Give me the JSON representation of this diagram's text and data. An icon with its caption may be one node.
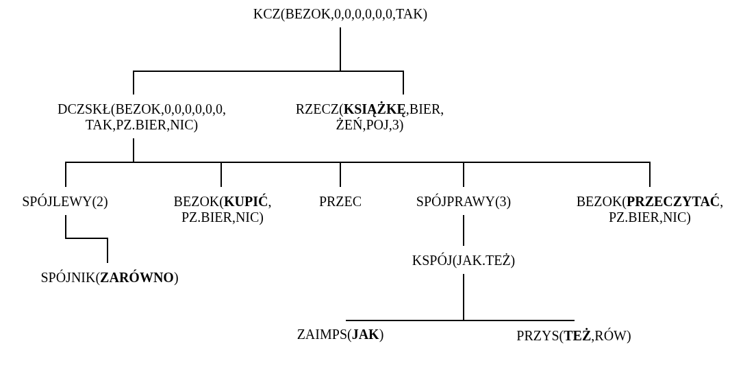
{
  "diagram": {
    "nodes": [
      {
        "text": [
          "KCZ(BEZOK,0,0,0,0,0,0,TAK)"
        ]
      },
      {
        "text": [
          "DCZSKŁ(BEZOK,0,0,0,0,0,0, TAK,PZ.BIER,NIC)"
        ]
      },
      {
        "text": [
          "RZECZ(**KSIĄŻKĘ**,BIER, ŻEŃ,POJ,3)"
        ]
      },
      {
        "text": [
          "SPÓJLEWY(2)"
        ]
      },
      {
        "text": [
          "BEZOK(**KUPIĆ**, PZ.BIER,NIC)"
        ]
      },
      {
        "text": [
          "PRZEC"
        ]
      },
      {
        "text": [
          "SPÓJPRAWY(3)"
        ]
      },
      {
        "text": [
          "BEZOK(**PRZECZYTAĆ**, PZ.BIER,NIC)"
        ]
      },
      {
        "text": [
          "SPÓJNIK(**ZARÓWNO**)"
        ]
      },
      {
        "text": [
          "KSPÓJ(JAK.TEŻ)"
        ]
      },
      {
        "text": [
          "ZAIMPS(**JAK**)"
        ]
      },
      {
        "text": [
          "PRZYS(**TEŻ**,RÓW)"
        ]
      }
    ],
    "edges": [
      {
        "from": 0,
        "to": 1,
        "arrow": "none"
      },
      {
        "from": 0,
        "to": 2,
        "arrow": "none"
      },
      {
        "from": 1,
        "to": 3,
        "arrow": "none"
      },
      {
        "from": 1,
        "to": 4,
        "arrow": "none"
      },
      {
        "from": 1,
        "to": 5,
        "arrow": "none"
      },
      {
        "from": 1,
        "to": 6,
        "arrow": "none"
      },
      {
        "from": 1,
        "to": 7,
        "arrow": "none"
      },
      {
        "from": 3,
        "to": 8,
        "arrow": "none"
      },
      {
        "from": 6,
        "to": 9,
        "arrow": "none"
      },
      {
        "from": 9,
        "to": 10,
        "arrow": "none"
      },
      {
        "from": 9,
        "to": 11,
        "arrow": "none"
      }
    ]
  }
}
